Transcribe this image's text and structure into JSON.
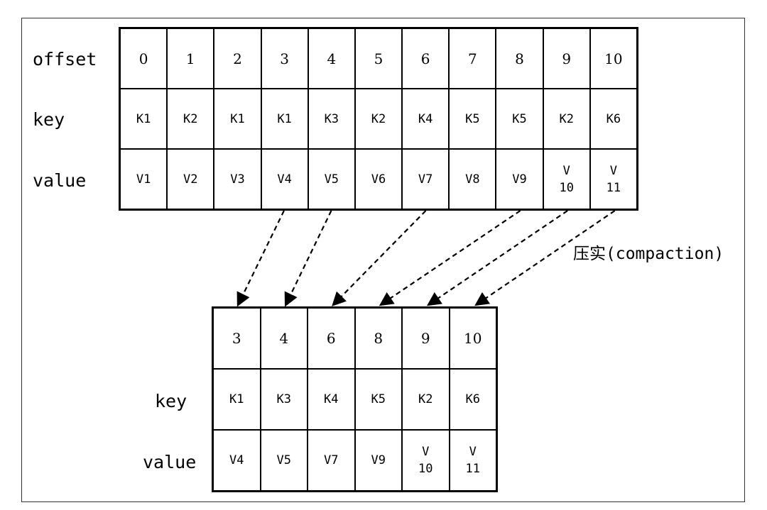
{
  "original": {
    "row_labels": {
      "offset": "offset",
      "key": "key",
      "value": "value"
    },
    "offsets": [
      "0",
      "1",
      "2",
      "3",
      "4",
      "5",
      "6",
      "7",
      "8",
      "9",
      "10"
    ],
    "keys": [
      "K1",
      "K2",
      "K1",
      "K1",
      "K3",
      "K2",
      "K4",
      "K5",
      "K5",
      "K2",
      "K6"
    ],
    "values": [
      "V1",
      "V2",
      "V3",
      "V4",
      "V5",
      "V6",
      "V7",
      "V8",
      "V9",
      "V\n10",
      "V\n11"
    ]
  },
  "compacted": {
    "row_labels": {
      "key": "key",
      "value": "value"
    },
    "offsets": [
      "3",
      "4",
      "6",
      "8",
      "9",
      "10"
    ],
    "keys": [
      "K1",
      "K3",
      "K4",
      "K5",
      "K2",
      "K6"
    ],
    "values": [
      "V4",
      "V5",
      "V7",
      "V9",
      "V\n10",
      "V\n11"
    ]
  },
  "arrows": [
    {
      "from_offset": "3",
      "to_offset": "3"
    },
    {
      "from_offset": "4",
      "to_offset": "4"
    },
    {
      "from_offset": "6",
      "to_offset": "6"
    },
    {
      "from_offset": "8",
      "to_offset": "8"
    },
    {
      "from_offset": "9",
      "to_offset": "9"
    },
    {
      "from_offset": "10",
      "to_offset": "10"
    }
  ],
  "compaction_label": "压实(compaction)"
}
